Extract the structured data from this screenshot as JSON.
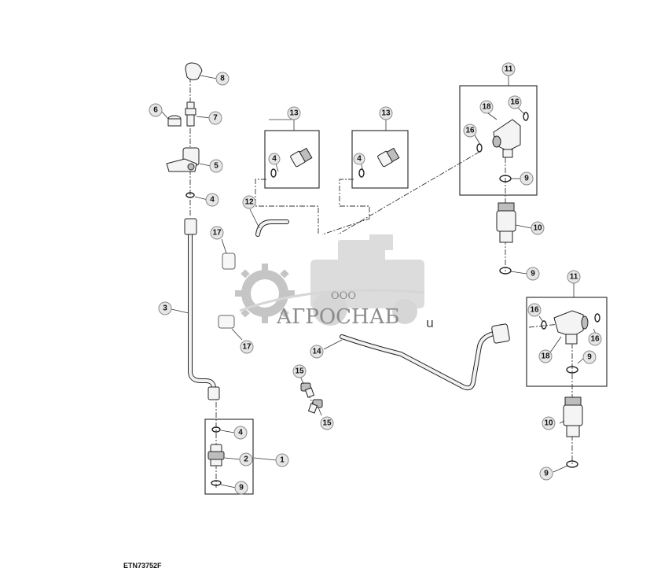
{
  "figure": {
    "reference_code": "ETN73752F",
    "callouts": [
      "1",
      "2",
      "3",
      "4",
      "4",
      "4",
      "4",
      "5",
      "6",
      "7",
      "8",
      "9",
      "9",
      "9",
      "9",
      "9",
      "10",
      "10",
      "11",
      "11",
      "12",
      "13",
      "13",
      "14",
      "15",
      "15",
      "16",
      "16",
      "16",
      "16",
      "17",
      "17",
      "18",
      "18"
    ]
  },
  "watermark": {
    "company_prefix": "ООО",
    "company_name": "АГРОСНАБ",
    "suffix": "u"
  }
}
